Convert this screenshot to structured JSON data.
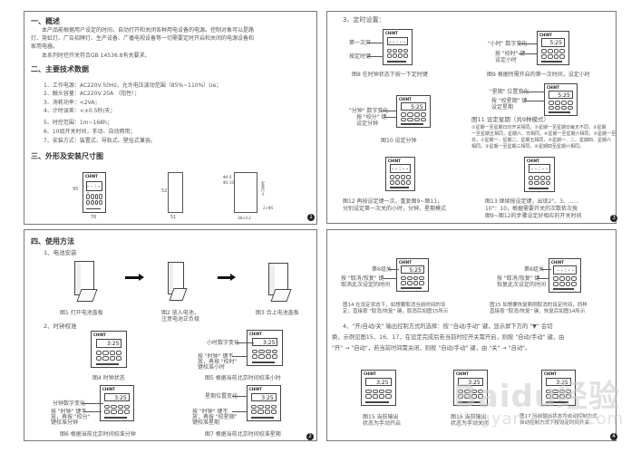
{
  "page1": {
    "sec1_title": "一、概述",
    "sec1_lines": [
      "本产品能根据用户设定的时间，自动打开和关闭各种用电设备的电源。控制对象可以是路",
      "灯、霓虹灯、广告招牌灯、生产设备、广播电视设备等一切需要定时开启和关闭的电源设备和",
      "家用电器。",
      "本系列时控开关符合GB 14536.8有关要求。"
    ],
    "sec2_title": "二、主要技术数据",
    "specs": [
      "1、工作电源：AC220V  50Hz，允许电压波动范围（85%~110%）Ue；",
      "2、触头容量：AC220V 20A （阻性）；",
      "3、消耗功率：<2VA；",
      "4、计时误差：<±0.5秒/天；",
      "5、时控范围：1m~168h；",
      "6、10组开关时间，手动、自动两用；",
      "7、安装方式：装置式、导轨式、壁挂式兼容。"
    ],
    "sec3_title": "三、外形及安装尺寸图",
    "dims": {
      "h": "95",
      "w": "76",
      "depth": "51",
      "side": "52",
      "hole_a": "Φ4.6",
      "hole_b": "Φ4.10",
      "v": "安装尺寸",
      "bw": "2×Φ5",
      "bottom": "38±0.2"
    },
    "page_num": "1"
  },
  "page3": {
    "title": "3、定时设置：",
    "fig8": {
      "l1": "第一次开",
      "l2": "按定时键",
      "caption": "图8 在时钟状态下按一下定时键"
    },
    "fig9": {
      "l1": "\"小时\" 数字变化",
      "l2": "按 \"校时\" 键",
      "l3": "设定小时",
      "caption": "图9 根据所需开启的第一次时间，设定小时"
    },
    "fig10": {
      "l1": "\"分钟\" 数字变化",
      "l2": "按 \"校分\" 键",
      "l3": "设定分钟",
      "caption": "图10 设定分钟"
    },
    "fig11": {
      "l1": "\"星期\" 位置变化",
      "l2": "按 \"校星期\" 键",
      "l3": "设定星期",
      "caption": "图11 设定星期（共9种模式）",
      "text": [
        "①星期一至星期日均开关相同，②星期一至星期日每天不同，③星期",
        "一至星期五相同，星期六、日相同，④星期一至星期六相同，⑤星期一至",
        "日，①星期一、星期二、星期五相同，②星期一、二、星期四、星期六",
        "相同，③星期一至星期三相同，④星期四至星期六相同。"
      ]
    },
    "fig12": {
      "caption": [
        "图12 再按设定键一次，重复图9~图11，",
        "分别设定第一次关的小时，分钟，星期模式"
      ]
    },
    "fig13": {
      "caption": [
        "图13 继续按设定键，出现2\"、3、……",
        "10\"：10，根据需要开关的次数依次按",
        "图9~图12的步骤设定好相应的开关时间"
      ]
    },
    "lcd": "5:25",
    "page_num": "3"
  },
  "page2": {
    "title": "四、使用方法",
    "sub1": "1、电池安装",
    "fig1": "图1 打开电池盖板",
    "fig2": [
      "图2 放入电池，",
      "注意电池正负极"
    ],
    "fig3": "图3 合上电池盖板",
    "sub2": "2、时钟校准",
    "fig4": "图4 时钟状态",
    "fig5": {
      "l1": "小时数字变化",
      "l2": "按 \"时钟\" 键不",
      "l3": "放，再按 \"校时\"",
      "l4": "键校准小时",
      "caption": "图5 根据当前北京时间校准小时"
    },
    "fig6": {
      "l1": "分钟数字变化",
      "l2": "按 \"时钟\" 键不",
      "l3": "放，再按 \"校分\"",
      "l4": "键校准分钟",
      "caption": "图6 根据当前北京时间校准分钟"
    },
    "fig7": {
      "l1": "星期位置变化",
      "l2": "按 \"时钟\" 键不",
      "l3": "放，再按 \"校星期\"",
      "l4": "键校准星期",
      "caption": "图7 根据当前北京时间校准星期"
    },
    "lcd": "3:25",
    "page_num": "2"
  },
  "page4": {
    "fig14": {
      "l1": "第6组关",
      "l2": "按 \"取消/恢复\" 键",
      "l3": "取消此次设定的时间",
      "caption": [
        "图14 在设定状态下，如想要取消当前时间的设",
        "定，直接按 \"取消/恢复\" 键，取消后如图15所示"
      ]
    },
    "fig15": {
      "l1": "第6组关",
      "l2": "按 \"取消/恢复\" 键",
      "l3": "恢复此次设定的时间",
      "caption": [
        "图15 如想要恢复刚刚取消的设定时间，同样",
        "直接按 \"取消/恢复\" 键，恢复后如图14所示"
      ]
    },
    "para": [
      "4、\"开/自动/关\" 输出控制方式的选择：按 \"自动/手动\" 键，显示屏下方的 \"▼\" 会切",
      "换，示例见图15、16、17，在设定完成后若当前时控开关需开启，则按 \"自动/手动\" 键，由",
      "\"开\" → \"自动\"，若当前时间需关闭，则按 \"自动/手动\" 键，由 \"关\" → \"自动\"。"
    ],
    "fig16": [
      "图15 当前输出",
      "状态为手动开启"
    ],
    "fig17": [
      "图16 当前输出",
      "状态为手动关闭"
    ],
    "fig18": [
      "图17 当前输出状态为自动控制方式",
      "自动控制方式下按设定时间开关"
    ],
    "watermark": "Baidu经验",
    "watermark_url": "jingyan.baidu.com",
    "page_num": "4"
  },
  "device": {
    "brand": "CHINT"
  }
}
